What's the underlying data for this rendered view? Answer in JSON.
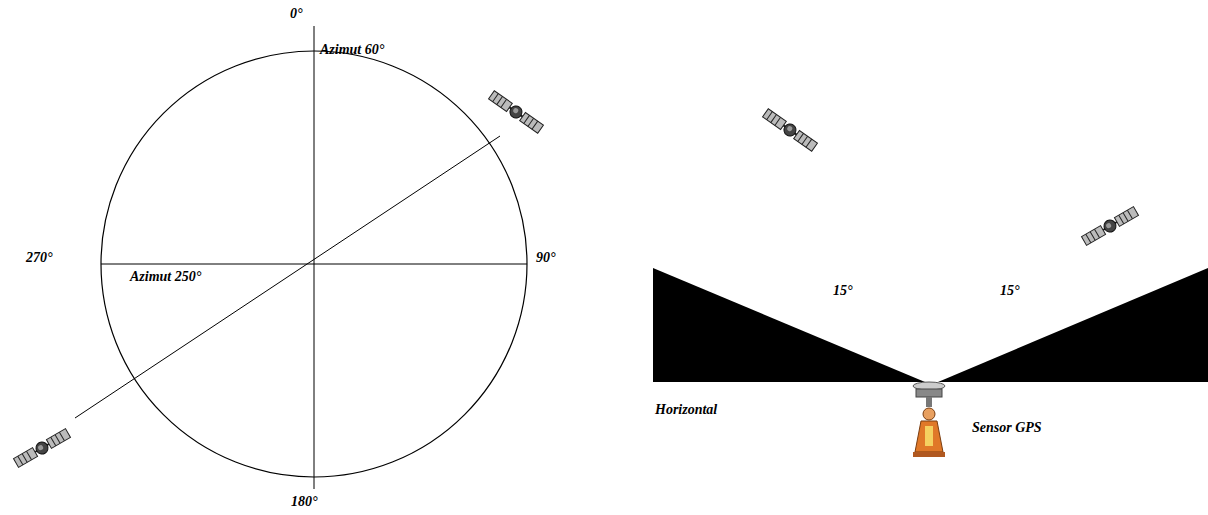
{
  "diagram": {
    "labels": [
      "0°",
      "Azimut 60°",
      "270°",
      "90°",
      "Azimut 250°",
      "180°",
      "15°",
      "15°",
      "Horizontal",
      "Sensor GPS"
    ]
  }
}
